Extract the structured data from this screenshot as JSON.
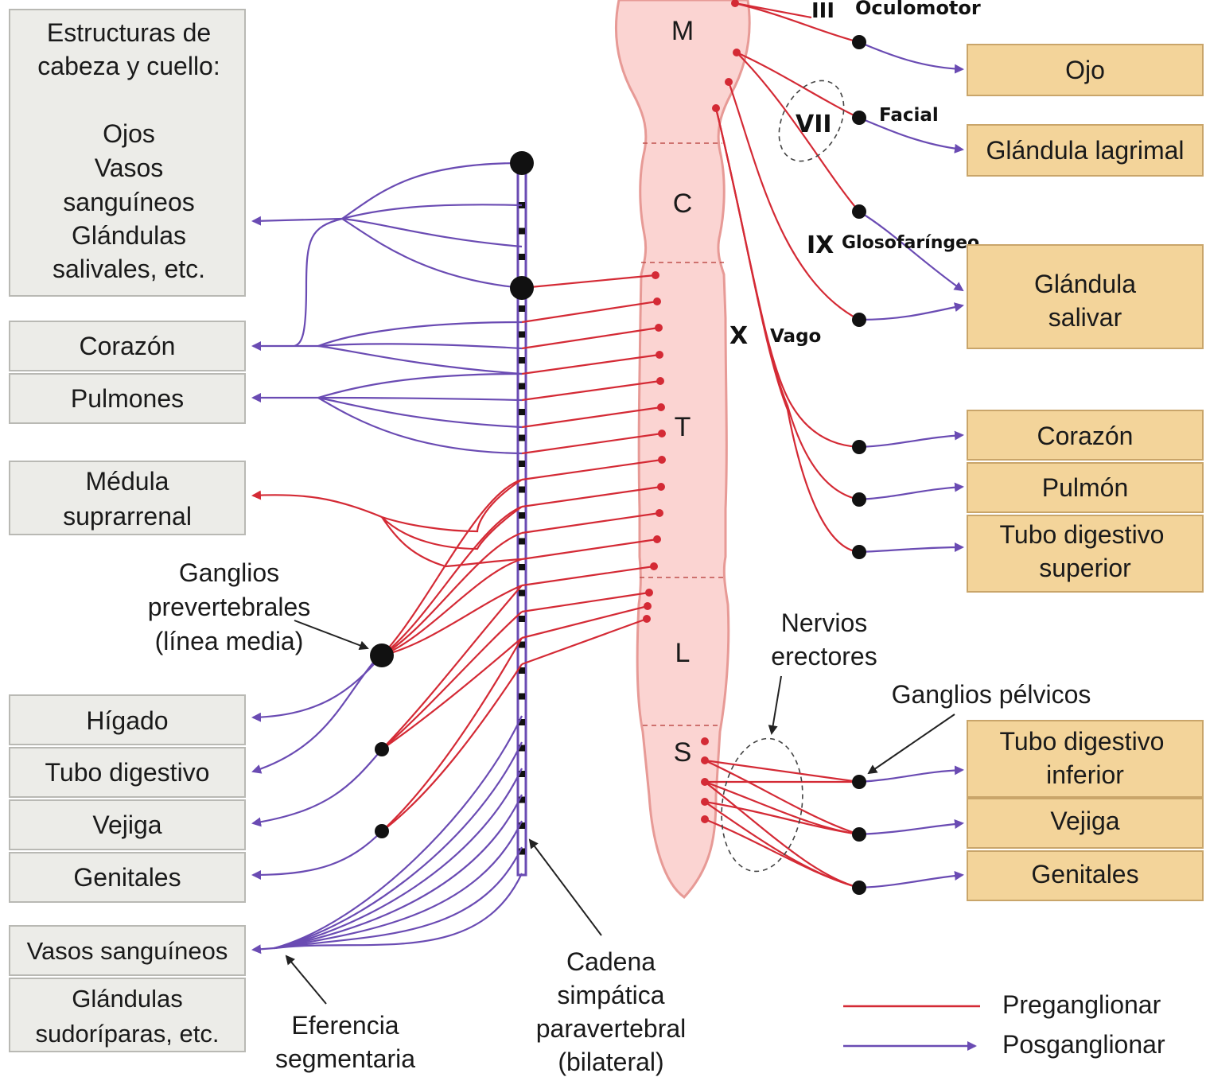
{
  "left_boxes": {
    "head_neck": [
      "Estructuras de",
      "cabeza y cuello:",
      "",
      "Ojos",
      "Vasos",
      "sanguíneos",
      "Glándulas",
      "salivales, etc."
    ],
    "heart": "Corazón",
    "lungs": "Pulmones",
    "adrenal": [
      "Médula",
      "suprarrenal"
    ],
    "liver": "Hígado",
    "gut": "Tubo digestivo",
    "bladder": "Vejiga",
    "genitals": "Genitales",
    "vessels": "Vasos sanguíneos",
    "sweat": [
      "Glándulas",
      "sudoríparas, etc."
    ]
  },
  "right_boxes": {
    "eye": "Ojo",
    "lacrimal": "Glándula lagrimal",
    "salivary": [
      "Glándula",
      "salivar"
    ],
    "heart": "Corazón",
    "lung": "Pulmón",
    "upper_gut": [
      "Tubo digestivo",
      "superior"
    ],
    "lower_gut": [
      "Tubo digestivo",
      "inferior"
    ],
    "bladder": "Vejiga",
    "genitals": "Genitales"
  },
  "spinal_segments": {
    "m": "M",
    "c": "C",
    "t": "T",
    "l": "L",
    "s": "S"
  },
  "cranial_nerves": {
    "iii_num": "III",
    "iii_name": "Oculomotor",
    "vii_num": "VII",
    "vii_name": "Facial",
    "ix_num": "IX",
    "ix_name": "Glosofaríngeo",
    "x_num": "X",
    "x_name": "Vago"
  },
  "annotations": {
    "prevertebral": [
      "Ganglios",
      "prevertebrales",
      "(línea media)"
    ],
    "erectores": [
      "Nervios",
      "erectores"
    ],
    "pelvic": "Ganglios pélvicos",
    "segmental": [
      "Eferencia",
      "segmentaria"
    ],
    "chain": [
      "Cadena",
      "simpática",
      "paravertebral",
      "(bilateral)"
    ]
  },
  "legend": {
    "pre": "Preganglionar",
    "post": "Posganglionar"
  },
  "colors": {
    "pre": "#d42a35",
    "post": "#6a4bb3",
    "cord_fill": "#fbd4d2",
    "cord_stroke": "#e79a96",
    "left_box": "#ecece8",
    "right_box": "#f3d49a"
  }
}
